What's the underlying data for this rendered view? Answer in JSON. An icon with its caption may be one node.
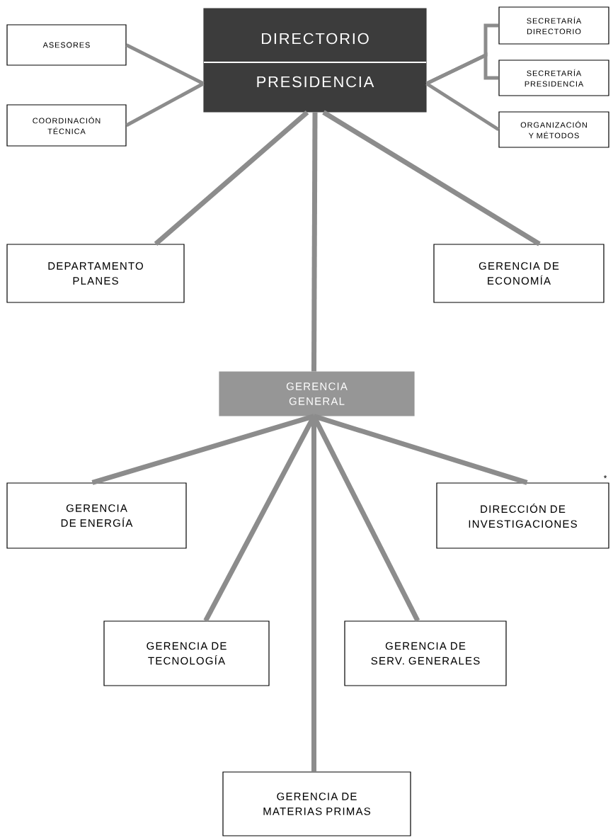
{
  "diagram": {
    "nodes": [
      {
        "text": [
          "DIRECTORIO",
          "PRESIDENCIA"
        ]
      },
      {
        "text": [
          "ASESORES"
        ]
      },
      {
        "text": [
          "COORDINACIÓN TÉCNICA"
        ]
      },
      {
        "text": [
          "SECRETARÍA DIRECTORIO"
        ]
      },
      {
        "text": [
          "SECRETARÍA PRESIDENCIA"
        ]
      },
      {
        "text": [
          "ORGANIZACIÓN Y MÉTODOS"
        ]
      },
      {
        "text": [
          "DEPARTAMENTO PLANES"
        ]
      },
      {
        "text": [
          "GERENCIA DE ECONOMÍA"
        ]
      },
      {
        "text": [
          "GERENCIA GENERAL"
        ]
      },
      {
        "text": [
          "GERENCIA DE ENERGÍA"
        ]
      },
      {
        "text": [
          "DIRECCIÓN DE INVESTIGACIONES"
        ],
        "beside": [
          "*"
        ]
      },
      {
        "text": [
          "GERENCIA DE TECNOLOGÍA"
        ]
      },
      {
        "text": [
          "GERENCIA DE SERV. GENERALES"
        ]
      },
      {
        "text": [
          "GERENCIA DE MATERIAS PRIMAS"
        ]
      }
    ],
    "edges": [
      {
        "from": 0,
        "to": 1,
        "arrow": "none"
      },
      {
        "from": 0,
        "to": 2,
        "arrow": "none"
      },
      {
        "from": 0,
        "to": 3,
        "arrow": "none"
      },
      {
        "from": 0,
        "to": 4,
        "arrow": "none"
      },
      {
        "from": 0,
        "to": 5,
        "arrow": "none"
      },
      {
        "from": 0,
        "to": 6,
        "arrow": "none"
      },
      {
        "from": 0,
        "to": 7,
        "arrow": "none"
      },
      {
        "from": 0,
        "to": 8,
        "arrow": "none"
      },
      {
        "from": 8,
        "to": 9,
        "arrow": "none"
      },
      {
        "from": 8,
        "to": 10,
        "arrow": "none"
      },
      {
        "from": 8,
        "to": 11,
        "arrow": "none"
      },
      {
        "from": 8,
        "to": 12,
        "arrow": "none"
      },
      {
        "from": 8,
        "to": 13,
        "arrow": "none"
      }
    ]
  }
}
